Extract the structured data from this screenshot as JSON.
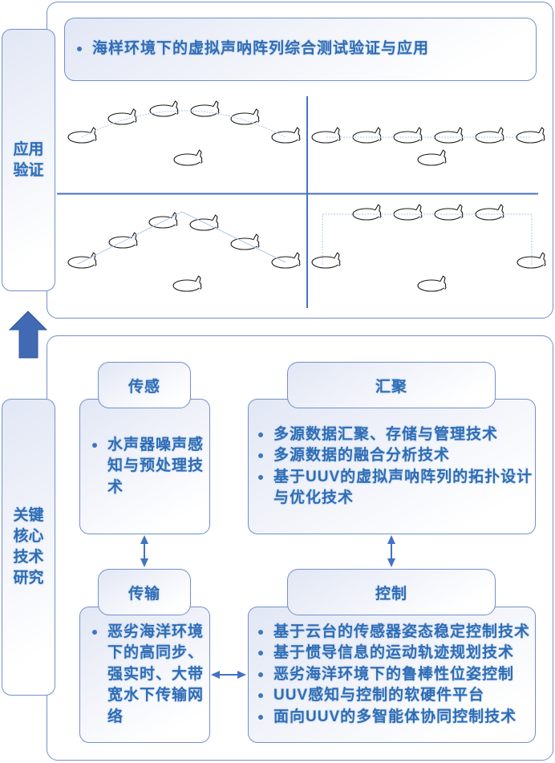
{
  "top_section": {
    "label_lines": [
      "应用",
      "验证"
    ],
    "title_bullet": "海样环境下的虚拟声呐阵列综合测试验证与应用"
  },
  "bottom_section": {
    "label_lines": [
      "关键",
      "核心",
      "技术",
      "研究"
    ],
    "modules": {
      "sensing": {
        "title": "传感",
        "items": [
          "水声器噪声感知与预处理技术"
        ]
      },
      "aggregation": {
        "title": "汇聚",
        "items": [
          "多源数据汇聚、存储与管理技术",
          "多源数据的融合分析技术",
          "基于UUV的虚拟声呐阵列的拓扑设计与优化技术"
        ]
      },
      "transmission": {
        "title": "传输",
        "items": [
          "恶劣海洋环境下的高同步、强实时、大带宽水下传输网络"
        ]
      },
      "control": {
        "title": "控制",
        "items": [
          "基于云台的传感器姿态稳定控制技术",
          "基于惯导信息的运动轨迹规划技术",
          "恶劣海洋环境下的鲁棒性位姿控制",
          "UUV感知与控制的软硬件平台",
          "面向UUV的多智能体协同控制技术"
        ]
      }
    }
  },
  "colors": {
    "text": "#2F6DB5",
    "border": "#7390C9",
    "accent": "#4472C4",
    "connector": "#AFC7EA",
    "bullet": "#3D77C0"
  }
}
